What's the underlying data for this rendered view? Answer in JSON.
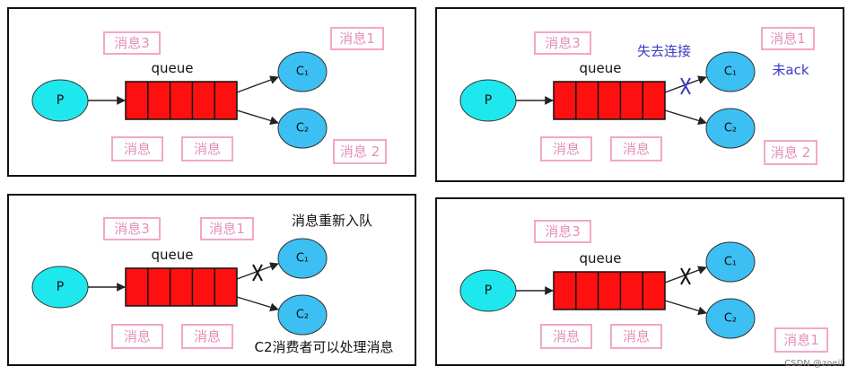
{
  "colors": {
    "producer_fill": "#1ee8ee",
    "consumer_fill": "#3cbff3",
    "queue_fill": "#ff1010",
    "tag_border": "#f3a7c7",
    "tag_text": "#e48fb6",
    "note_blue": "#3b3bc4",
    "note_black": "#111111",
    "cross_color": "#111111",
    "cross_blue": "#3b3bc4"
  },
  "common": {
    "producer_label": "P",
    "queue_label": "queue",
    "consumer1_label": "C₁",
    "consumer2_label": "C₂"
  },
  "panels": [
    {
      "tags": [
        "消息3",
        "消息1",
        "消息",
        "消息",
        "消息 2"
      ],
      "notes": [],
      "cross": "none"
    },
    {
      "tags": [
        "消息3",
        "消息1",
        "消息",
        "消息",
        "消息 2"
      ],
      "notes": [
        "失去连接",
        "未ack"
      ],
      "cross": "blue"
    },
    {
      "tags": [
        "消息3",
        "消息1",
        "消息",
        "消息"
      ],
      "notes": [
        "消息重新入队",
        "C2消费者可以处理消息"
      ],
      "cross": "black"
    },
    {
      "tags": [
        "消息3",
        "消息",
        "消息",
        "消息1"
      ],
      "notes": [],
      "cross": "black"
    }
  ],
  "watermark": "CSDN @zoeil"
}
